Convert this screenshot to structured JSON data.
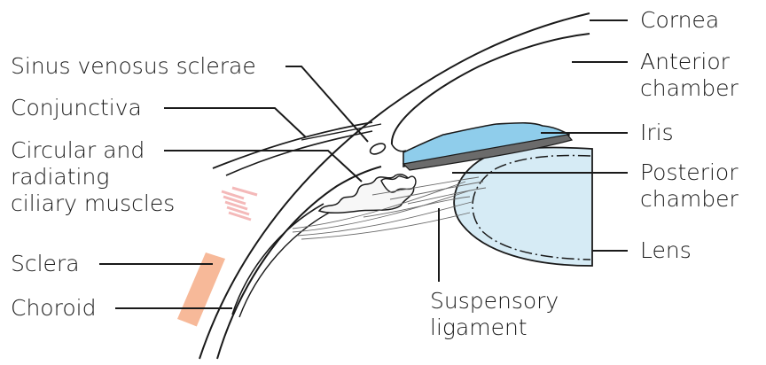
{
  "diagram": {
    "labels": {
      "cornea": "Cornea",
      "anterior_chamber_line1": "Anterior",
      "anterior_chamber_line2": "chamber",
      "iris": "Iris",
      "posterior_chamber_line1": "Posterior",
      "posterior_chamber_line2": "chamber",
      "lens": "Lens",
      "suspensory_ligament_line1": "Suspensory",
      "suspensory_ligament_line2": "ligament",
      "sinus_venosus_sclerae": "Sinus venosus sclerae",
      "conjunctiva": "Conjunctiva",
      "ciliary_muscles_line1": "Circular and",
      "ciliary_muscles_line2": "radiating",
      "ciliary_muscles_line3": "ciliary muscles",
      "sclera": "Sclera",
      "choroid": "Choroid"
    },
    "colors": {
      "iris": "#8fcdeb",
      "iris_back": "#6b6b6b",
      "lens": "#d6ebf5",
      "choroid": "#f7b999",
      "muscle_pink": "#f4b9b9",
      "line": "#1a1a1a"
    }
  }
}
